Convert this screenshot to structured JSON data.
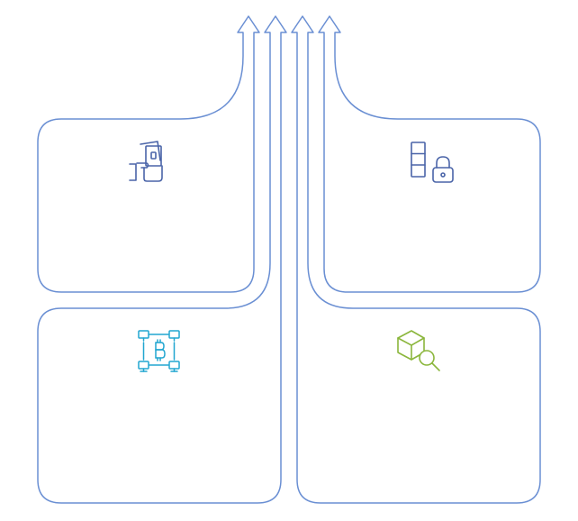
{
  "colors": {
    "outline": "#6a8fd3",
    "icon_payment": "#4a64a8",
    "icon_security": "#4a64a8",
    "icon_blockchain": "#21a6d0",
    "icon_search": "#8bb63c",
    "background": "#ffffff"
  },
  "panels": [
    {
      "id": "top-left",
      "icon": "hand-payment-icon"
    },
    {
      "id": "top-right",
      "icon": "storage-lock-icon"
    },
    {
      "id": "bottom-left",
      "icon": "blockchain-network-icon"
    },
    {
      "id": "bottom-right",
      "icon": "package-search-icon"
    }
  ],
  "arrows": [
    {
      "id": "arrow-1"
    },
    {
      "id": "arrow-2"
    },
    {
      "id": "arrow-3"
    },
    {
      "id": "arrow-4"
    }
  ]
}
